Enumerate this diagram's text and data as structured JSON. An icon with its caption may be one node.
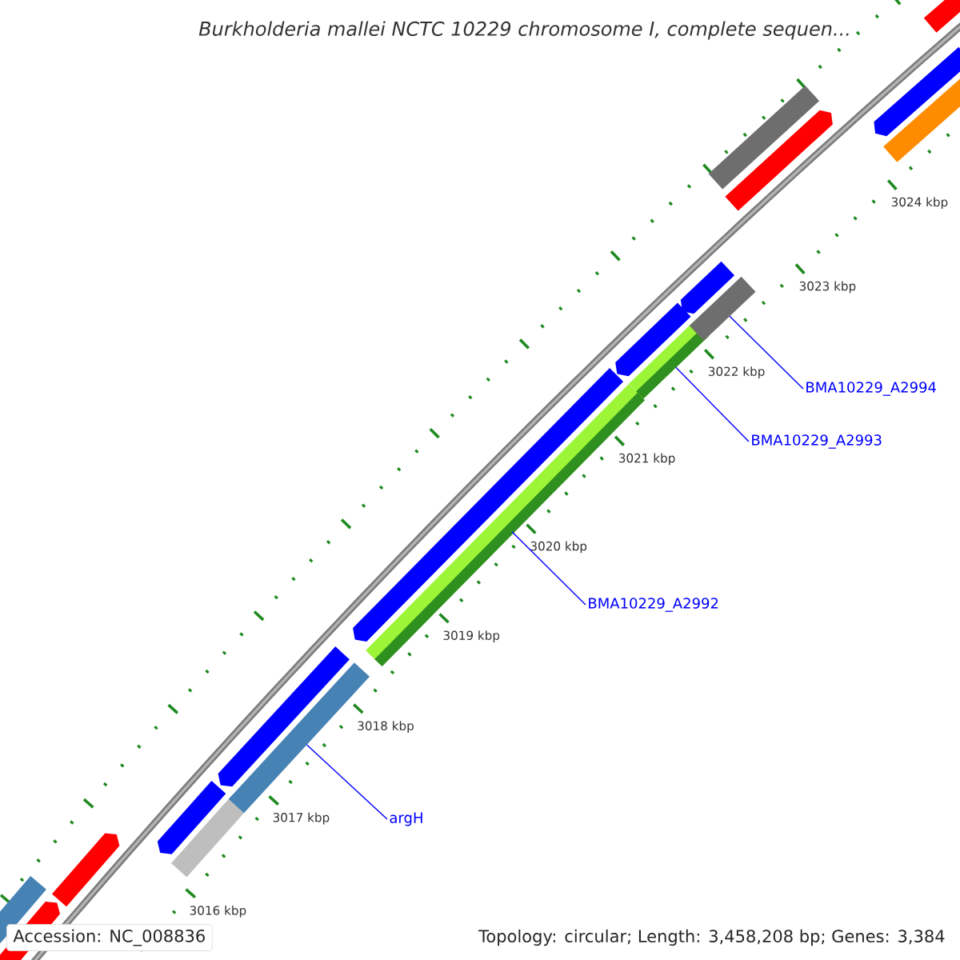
{
  "diagram": {
    "title": "Burkholderia mallei NCTC 10229 chromosome I, complete sequen...",
    "nodes": [
      {
        "text": [],
        "shape": "arrow"
      },
      {
        "text": [],
        "shape": "bar"
      },
      {
        "text": [],
        "shape": "arrow"
      },
      {
        "text": [],
        "shape": "arrow"
      },
      {
        "text": [],
        "shape": "bar"
      },
      {
        "text": [],
        "shape": "arrow"
      },
      {
        "text": [],
        "shape": "bar"
      },
      {
        "text": [],
        "shape": "arrow"
      },
      {
        "text": [],
        "shape": "bar"
      },
      {
        "text": [],
        "shape": "arrow"
      },
      {
        "text": [],
        "shape": "bar"
      },
      {
        "text": [],
        "shape": "arrow"
      },
      {
        "text": [],
        "shape": "bar"
      },
      {
        "text": [],
        "shape": "bar"
      },
      {
        "text": [],
        "shape": "arrow"
      },
      {
        "text": [],
        "shape": "arrow"
      },
      {
        "text": [],
        "shape": "bar"
      },
      {
        "text": [],
        "shape": "bar"
      },
      {
        "text": [
          "BMA10229_A2994"
        ]
      },
      {
        "text": [
          "BMA10229_A2993"
        ]
      },
      {
        "text": [
          "BMA10229_A2992"
        ]
      },
      {
        "text": [
          "argH"
        ]
      }
    ],
    "edges": [
      {
        "from": 18,
        "to": 12,
        "arrow": "none"
      },
      {
        "from": 19,
        "to": 10,
        "arrow": "none"
      },
      {
        "from": 20,
        "to": 8,
        "arrow": "none"
      },
      {
        "from": 21,
        "to": 6,
        "arrow": "none"
      }
    ],
    "labels": [
      "3024 kbp",
      "3023 kbp",
      "3022 kbp",
      "3021 kbp",
      "3020 kbp",
      "3019 kbp",
      "3018 kbp",
      "3017 kbp",
      "3016 kbp",
      "Accession: NC_008836",
      "Topology: circular; Length: 3,458,208 bp; Genes: 3,384"
    ]
  }
}
